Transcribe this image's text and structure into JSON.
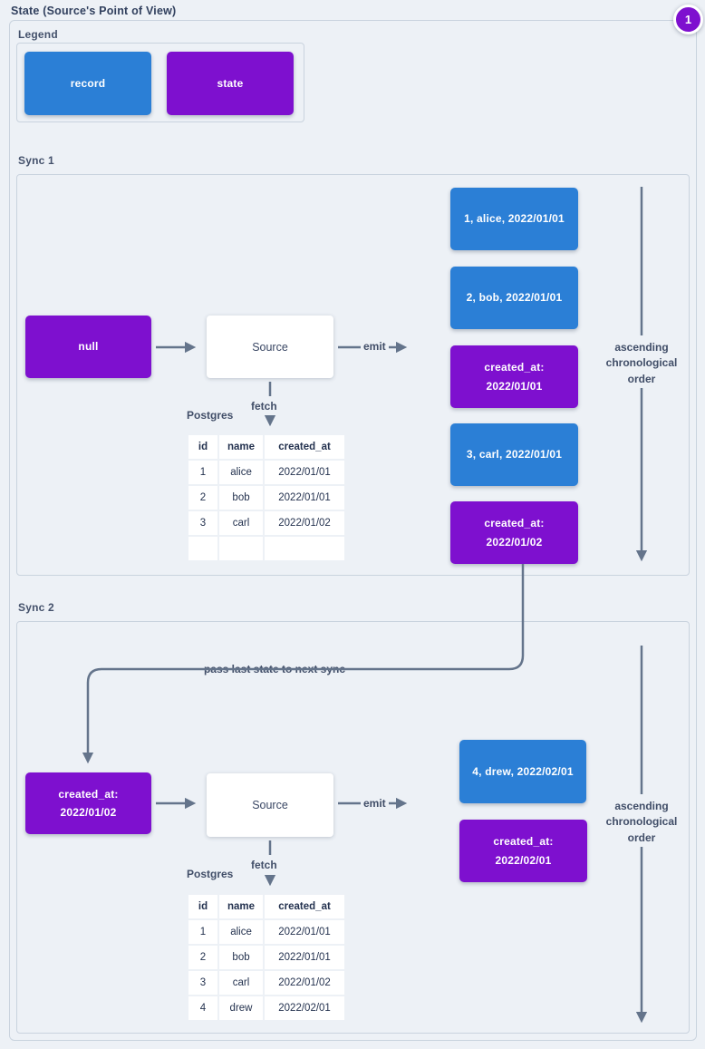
{
  "colors": {
    "record": "#2b7fd6",
    "state": "#7e10cf",
    "line": "#64748b"
  },
  "title": "State (Source's Point of View)",
  "badge": {
    "value": "1"
  },
  "legend": {
    "label": "Legend",
    "items": [
      {
        "type": "record",
        "label": "record"
      },
      {
        "type": "state",
        "label": "state"
      }
    ]
  },
  "pass_connector_label": "pass last state to next sync",
  "sync1": {
    "label": "Sync 1",
    "input_state": "null",
    "source_label": "Source",
    "emit_label": "emit",
    "fetch_label": "fetch",
    "database_label": "Postgres",
    "order_label": "ascending chronological order",
    "table": {
      "headers": [
        "id",
        "name",
        "created_at"
      ],
      "rows": [
        [
          "1",
          "alice",
          "2022/01/01"
        ],
        [
          "2",
          "bob",
          "2022/01/01"
        ],
        [
          "3",
          "carl",
          "2022/01/02"
        ],
        [
          "",
          "",
          ""
        ]
      ]
    },
    "outputs": [
      {
        "type": "record",
        "line1": "1, alice, 2022/01/01",
        "line2": ""
      },
      {
        "type": "record",
        "line1": "2, bob, 2022/01/01",
        "line2": ""
      },
      {
        "type": "state",
        "line1": "created_at:",
        "line2": "2022/01/01"
      },
      {
        "type": "record",
        "line1": "3, carl, 2022/01/01",
        "line2": ""
      },
      {
        "type": "state",
        "line1": "created_at:",
        "line2": "2022/01/02"
      }
    ]
  },
  "sync2": {
    "label": "Sync 2",
    "input_state": {
      "line1": "created_at:",
      "line2": "2022/01/02"
    },
    "source_label": "Source",
    "emit_label": "emit",
    "fetch_label": "fetch",
    "database_label": "Postgres",
    "order_label": "ascending chronological order",
    "table": {
      "headers": [
        "id",
        "name",
        "created_at"
      ],
      "rows": [
        [
          "1",
          "alice",
          "2022/01/01"
        ],
        [
          "2",
          "bob",
          "2022/01/01"
        ],
        [
          "3",
          "carl",
          "2022/01/02"
        ],
        [
          "4",
          "drew",
          "2022/02/01"
        ]
      ]
    },
    "outputs": [
      {
        "type": "record",
        "line1": "4, drew, 2022/02/01",
        "line2": ""
      },
      {
        "type": "state",
        "line1": "created_at:",
        "line2": "2022/02/01"
      }
    ]
  }
}
